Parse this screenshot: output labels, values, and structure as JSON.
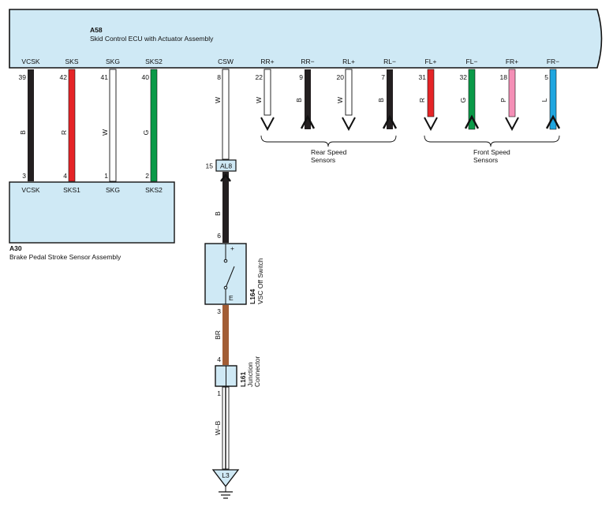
{
  "ecu": {
    "code": "A58",
    "name": "Skid Control ECU with Actuator Assembly"
  },
  "ecu_terminals": {
    "vcsk": {
      "name": "VCSK",
      "pin": "39",
      "color": "B"
    },
    "sks": {
      "name": "SKS",
      "pin": "42",
      "color": "R"
    },
    "skg": {
      "name": "SKG",
      "pin": "41",
      "color": "W"
    },
    "sks2": {
      "name": "SKS2",
      "pin": "40",
      "color": "G"
    },
    "csw": {
      "name": "CSW",
      "pin": "8",
      "color": "W"
    },
    "rr_plus": {
      "name": "RR+",
      "pin": "22",
      "color": "W"
    },
    "rr_minus": {
      "name": "RR−",
      "pin": "9",
      "color": "B"
    },
    "rl_plus": {
      "name": "RL+",
      "pin": "20",
      "color": "W"
    },
    "rl_minus": {
      "name": "RL−",
      "pin": "7",
      "color": "B"
    },
    "fl_plus": {
      "name": "FL+",
      "pin": "31",
      "color": "R"
    },
    "fl_minus": {
      "name": "FL−",
      "pin": "32",
      "color": "G"
    },
    "fr_plus": {
      "name": "FR+",
      "pin": "18",
      "color": "P"
    },
    "fr_minus": {
      "name": "FR−",
      "pin": "5",
      "color": "L"
    }
  },
  "sensor_groups": {
    "rear": [
      "Rear Speed",
      "Sensors"
    ],
    "front": [
      "Front Speed",
      "Sensors"
    ]
  },
  "brake_sensor": {
    "code": "A30",
    "name": "Brake Pedal Stroke Sensor Assembly",
    "terminals": {
      "vcsk": {
        "name": "VCSK",
        "pin": "3"
      },
      "sks1": {
        "name": "SKS1",
        "pin": "4"
      },
      "skg": {
        "name": "SKG",
        "pin": "1"
      },
      "sks2": {
        "name": "SKS2",
        "pin": "2"
      }
    }
  },
  "connector_al8": {
    "code": "AL8",
    "pin": "15"
  },
  "vsc_switch": {
    "code": "L164",
    "name": "VSC Off Switch",
    "pin_top": "6",
    "pin_bottom": "3",
    "plus_label": "+",
    "e_label": "E",
    "wire_in": "B",
    "wire_out": "BR"
  },
  "junction": {
    "code": "L161",
    "name_line1": "Junction",
    "name_line2": "Connector",
    "pin_top": "4",
    "pin_bottom": "1",
    "wire_out": "W–B"
  },
  "ground": {
    "code": "L3"
  },
  "wire_colors": {
    "B": "#231f20",
    "R": "#e52427",
    "W": "#ffffff",
    "G": "#0a9a48",
    "P": "#f48fb6",
    "L": "#1fa6e0",
    "BR": "#a25d35",
    "box_fill": "#cfe9f5"
  }
}
